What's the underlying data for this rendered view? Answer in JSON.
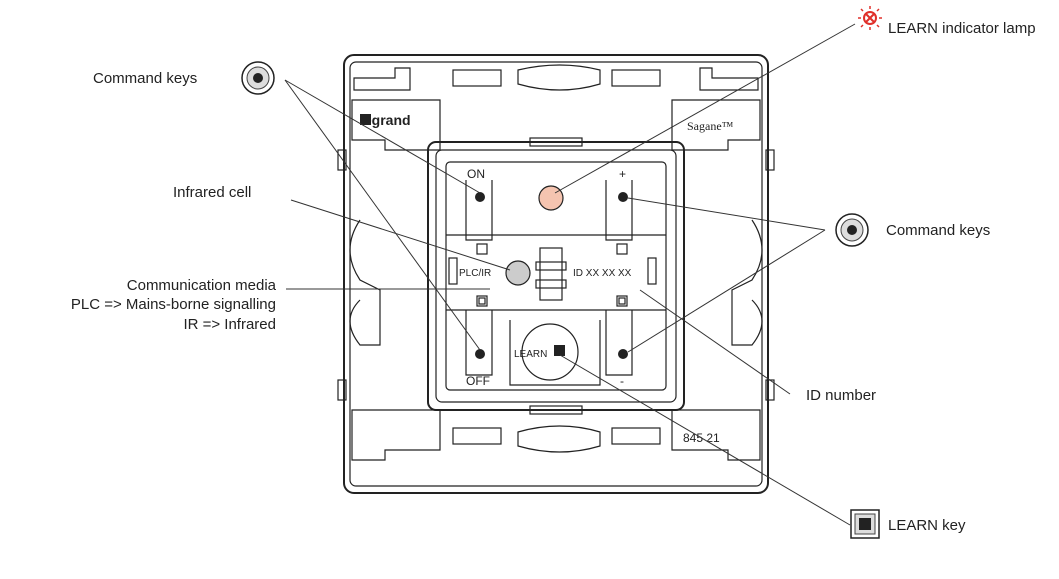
{
  "labels": {
    "command_keys_left": "Command keys",
    "learn_lamp": "LEARN indicator lamp",
    "infrared_cell": "Infrared cell",
    "command_keys_right": "Command keys",
    "comm_media_1": "Communication media",
    "comm_media_2": "PLC => Mains-borne signalling",
    "comm_media_3": "IR => Infrared",
    "id_number": "ID number",
    "learn_key": "LEARN key"
  },
  "device": {
    "brand": "legrand",
    "model": "Sagane™",
    "on": "ON",
    "off": "OFF",
    "plus": "+",
    "minus": "-",
    "plc_ir": "PLC/IR",
    "id": "ID XX XX XX",
    "learn": "LEARN",
    "ref": "845 21"
  },
  "colors": {
    "lamp": "#f5c4b0",
    "lamp_icon": "#e0302a",
    "ir_cell": "#cccccc",
    "outline": "#222222"
  }
}
